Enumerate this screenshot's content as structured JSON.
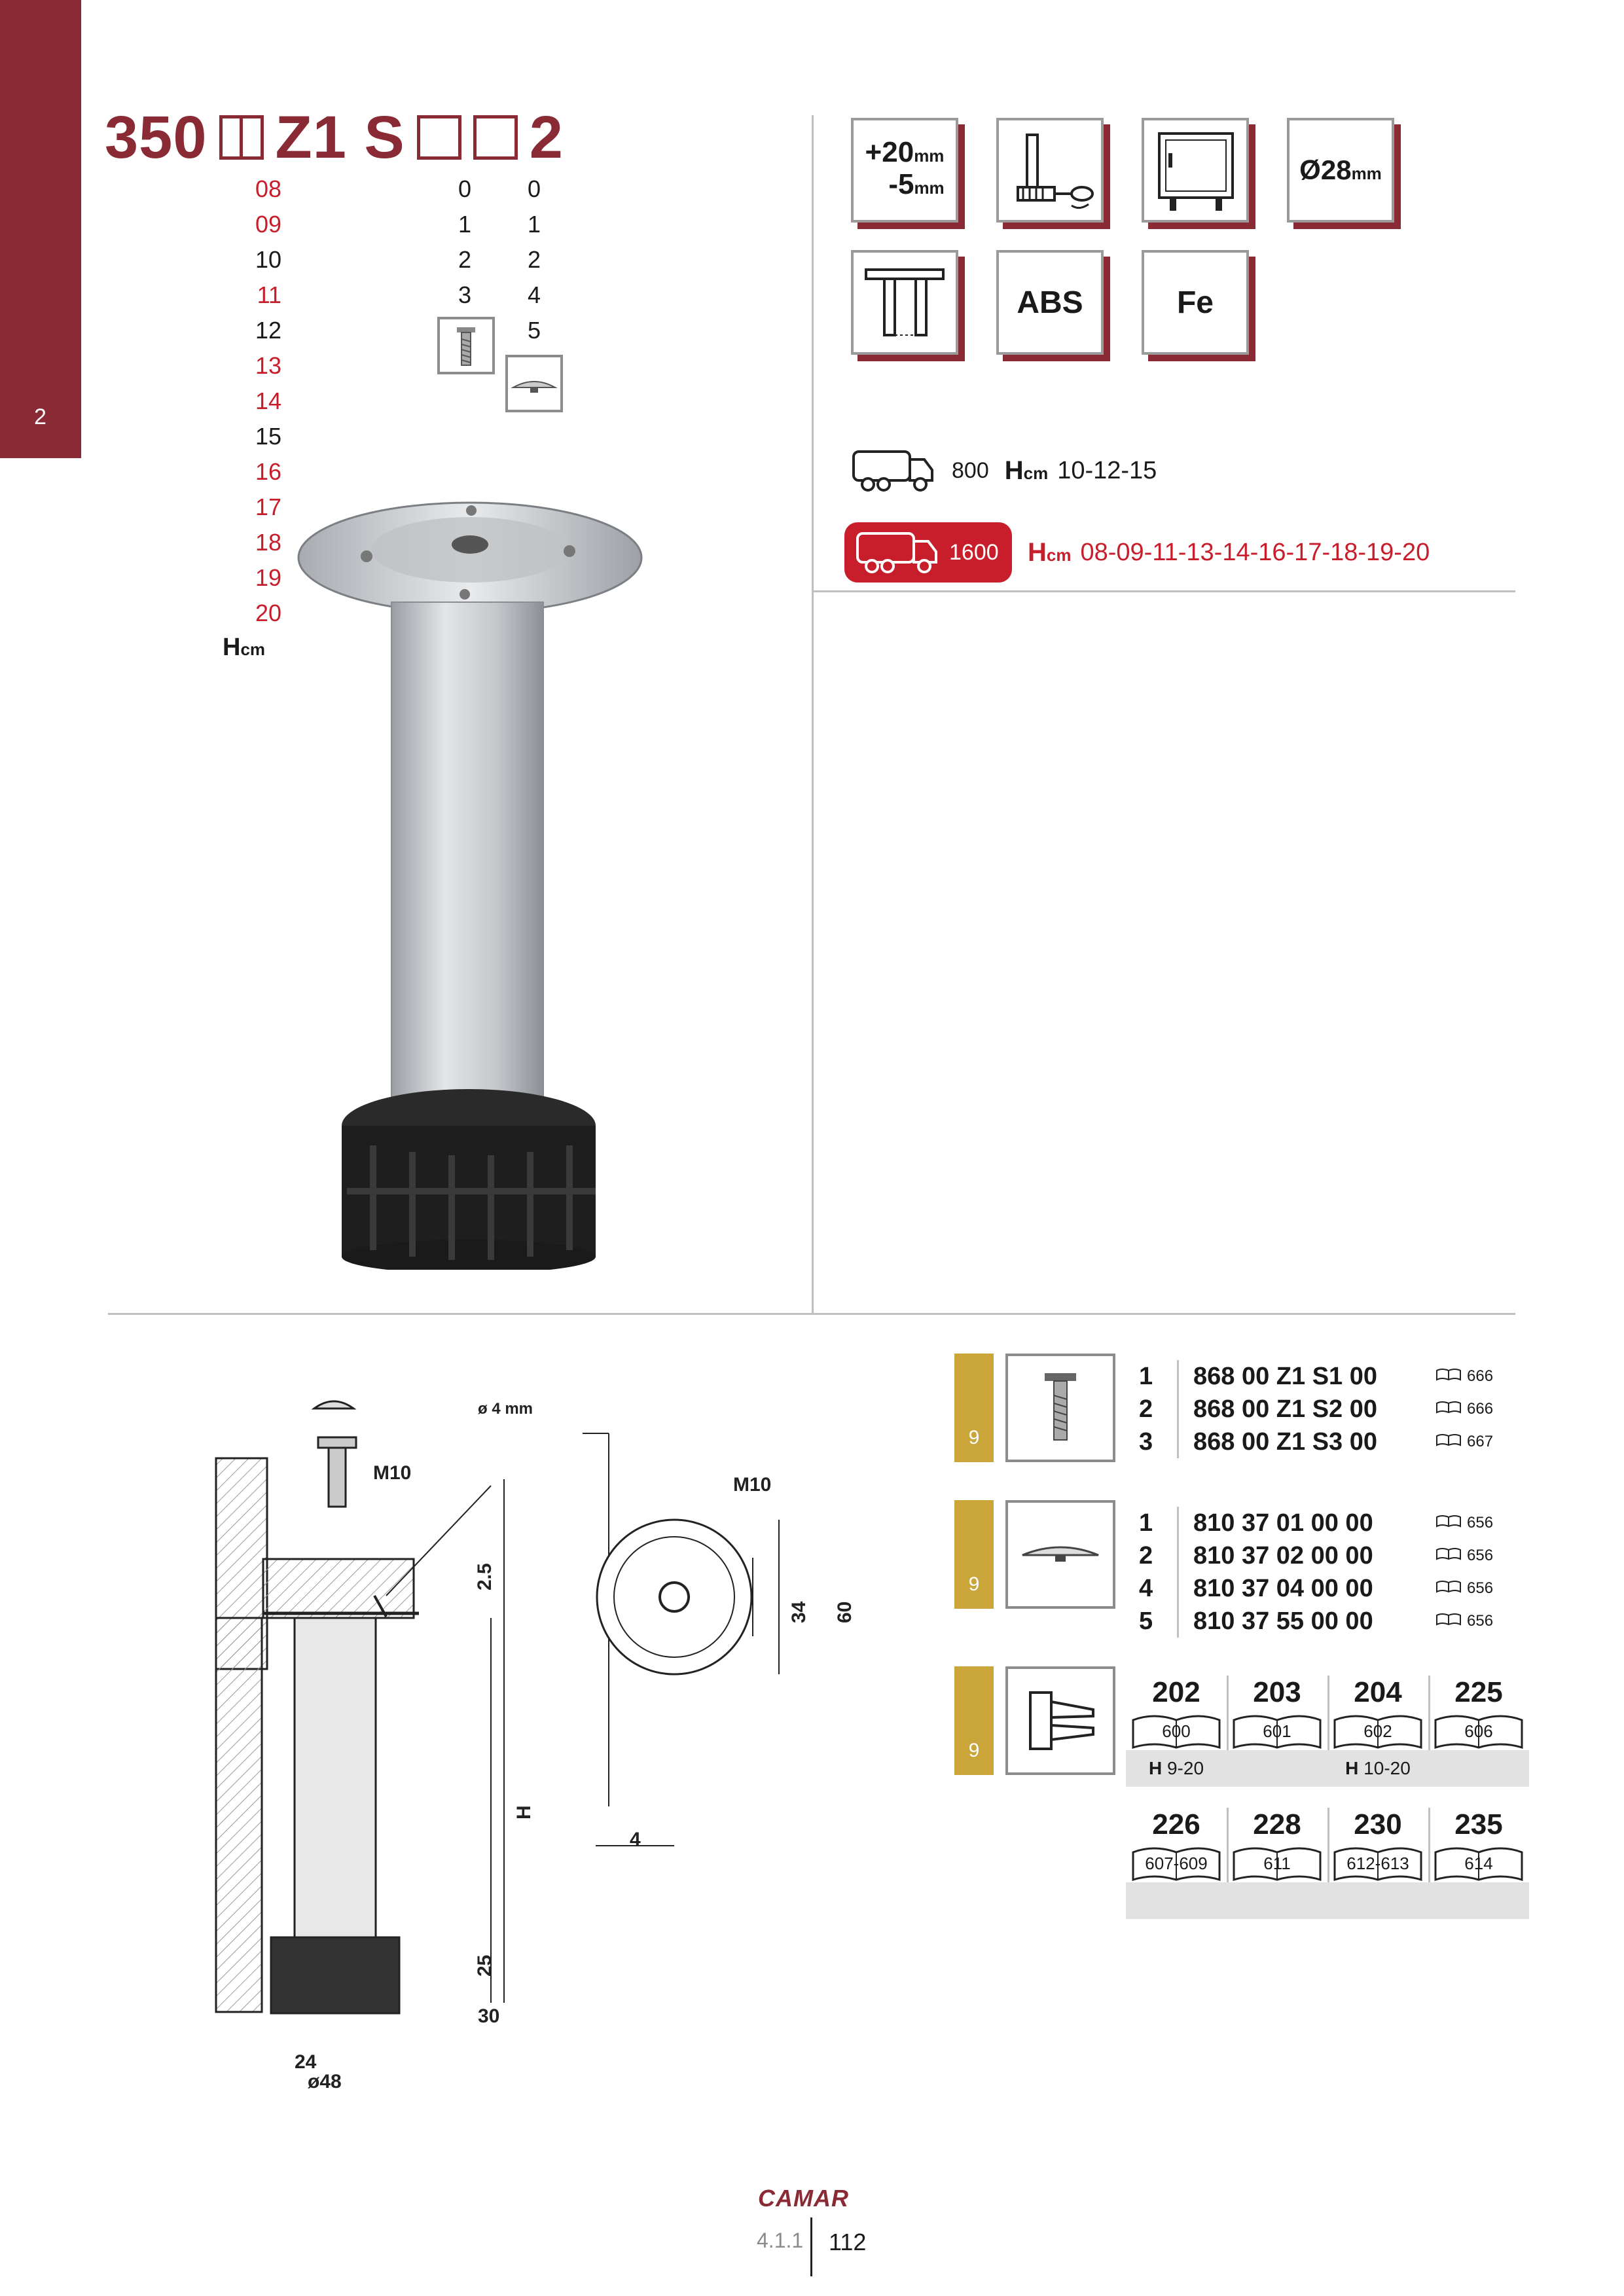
{
  "side_tab": "2",
  "title": {
    "prefix": "350",
    "mid": "Z1 S",
    "suffix": "2"
  },
  "heights_red": [
    "08",
    "09",
    "",
    "11",
    "",
    "13",
    "14",
    "",
    "16",
    "17",
    "18",
    "19",
    "20"
  ],
  "heights_black": [
    "",
    "",
    "10",
    "",
    "12",
    "",
    "",
    "15",
    "",
    "",
    "",
    "",
    ""
  ],
  "h_unit": "H",
  "h_unit_small": "cm",
  "col1": [
    "0",
    "1",
    "2",
    "3"
  ],
  "col2": [
    "0",
    "1",
    "2",
    "4",
    "5"
  ],
  "features": {
    "adjust_top": "+20",
    "adjust_top_unit": "mm",
    "adjust_bottom": "-5",
    "adjust_bottom_unit": "mm",
    "diameter": "Ø28",
    "diameter_unit": "mm",
    "material1": "ABS",
    "material2": "Fe"
  },
  "delivery": [
    {
      "qty": "800",
      "label": "H",
      "unit": "cm",
      "heights": "10-12-15"
    },
    {
      "qty": "1600",
      "label": "H",
      "unit": "cm",
      "heights": "08-09-11-13-14-16-17-18-19-20"
    }
  ],
  "drawing_labels": {
    "screw": "ø 4 mm",
    "m10_left": "M10",
    "m10_right": "M10",
    "d25a": "2.5",
    "dh": "H",
    "d25b": "25",
    "d24": "24",
    "d48": "ø48",
    "d34": "34",
    "d60": "60",
    "d4": "4",
    "d30": "30"
  },
  "accessories": {
    "badge": "9",
    "screws": [
      {
        "n": "1",
        "code": "868 00 Z1 S1 00",
        "page": "666"
      },
      {
        "n": "2",
        "code": "868 00 Z1 S2 00",
        "page": "666"
      },
      {
        "n": "3",
        "code": "868 00 Z1 S3 00",
        "page": "667"
      }
    ],
    "caps": [
      {
        "n": "1",
        "code": "810 37 01 00 00",
        "page": "656"
      },
      {
        "n": "2",
        "code": "810 37 02 00 00",
        "page": "656"
      },
      {
        "n": "4",
        "code": "810 37 04 00 00",
        "page": "656"
      },
      {
        "n": "5",
        "code": "810 37 55 00 00",
        "page": "656"
      }
    ],
    "clips_row1": [
      {
        "num": "202",
        "page": "600",
        "note_b": "H",
        "note": " 9-20"
      },
      {
        "num": "203",
        "page": "601",
        "note_b": "",
        "note": ""
      },
      {
        "num": "204",
        "page": "602",
        "note_b": "H",
        "note": " 10-20"
      },
      {
        "num": "225",
        "page": "606",
        "note_b": "",
        "note": ""
      }
    ],
    "clips_row2": [
      {
        "num": "226",
        "page": "607-609"
      },
      {
        "num": "228",
        "page": "611"
      },
      {
        "num": "230",
        "page": "612-613"
      },
      {
        "num": "235",
        "page": "614"
      }
    ]
  },
  "footer": {
    "logo": "CAMAR",
    "section": "4.1.1",
    "page": "112"
  }
}
